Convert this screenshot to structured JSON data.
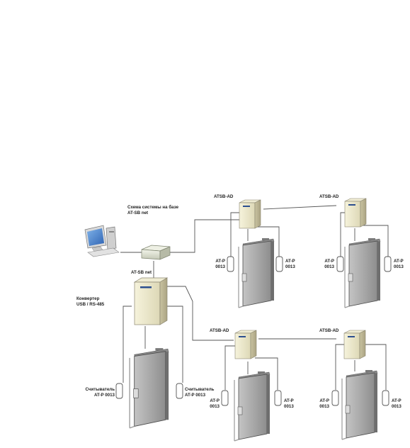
{
  "diagram": {
    "caption_line1": "Схема системы на базе",
    "caption_line2": "AT-SB net",
    "hub_label": "AT-SB net",
    "converter_line1": "Конвертер",
    "converter_line2": "USB / RS-485",
    "controller_label": "ATSB-AD",
    "reader_line1": "AT-P",
    "reader_line2": "0013",
    "main_reader_line1": "Считыватель",
    "main_reader_line2": "AT-P 0013"
  }
}
